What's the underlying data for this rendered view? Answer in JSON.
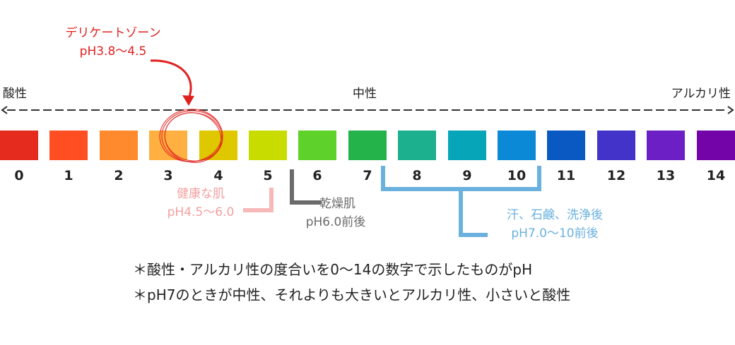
{
  "scale": {
    "left_label": "酸性",
    "center_label": "中性",
    "right_label": "アルカリ性",
    "levels": [
      {
        "label": "0",
        "color": "#e52b1e"
      },
      {
        "label": "1",
        "color": "#ff4f22"
      },
      {
        "label": "2",
        "color": "#ff8a2e"
      },
      {
        "label": "3",
        "color": "#ffb040"
      },
      {
        "label": "4",
        "color": "#e0c800"
      },
      {
        "label": "5",
        "color": "#c8dc00"
      },
      {
        "label": "6",
        "color": "#5ed22a"
      },
      {
        "label": "7",
        "color": "#24b24b"
      },
      {
        "label": "8",
        "color": "#1cb08e"
      },
      {
        "label": "9",
        "color": "#06a5b7"
      },
      {
        "label": "10",
        "color": "#0b88d6"
      },
      {
        "label": "11",
        "color": "#0a58c2"
      },
      {
        "label": "12",
        "color": "#4333c8"
      },
      {
        "label": "13",
        "color": "#6c1fc4"
      },
      {
        "label": "14",
        "color": "#7305a8"
      }
    ]
  },
  "annotations": {
    "delicate": {
      "title": "デリケートゾーン",
      "range": "pH3.8〜4.5",
      "color": "#e02020"
    },
    "healthy_skin": {
      "title": "健康な肌",
      "range": "pH4.5〜6.0",
      "color": "#f4a0a0"
    },
    "dry_skin": {
      "title": "乾燥肌",
      "range": "pH6.0前後",
      "color": "#6b6b6b"
    },
    "sweat": {
      "title": "汗、石鹸、洗浄後",
      "range": "pH7.0〜10前後",
      "color": "#6ab1de"
    }
  },
  "notes": [
    "＊酸性・アルカリ性の度合いを0〜14の数字で示したものがpH",
    "＊pH7のときが中性、それよりも大きいとアルカリ性、小さいと酸性"
  ]
}
